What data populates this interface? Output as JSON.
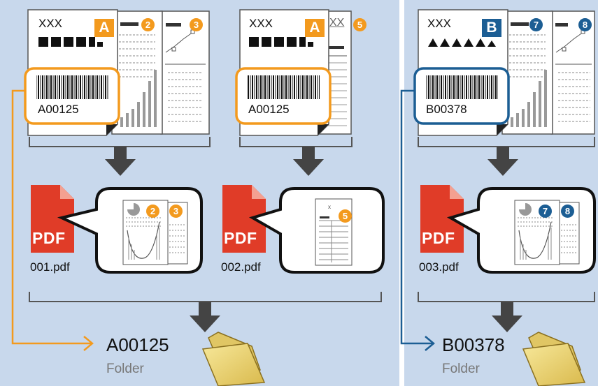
{
  "page": {
    "separator_color": "#ffffff",
    "background": "#c8d8ec",
    "accent_orange": "#f39a1e",
    "accent_blue": "#1c5e94",
    "pdf_red": "#e03c28"
  },
  "groups": [
    {
      "cover_text": "XXX",
      "separator_letter": "A",
      "barcode_value": "A00125",
      "page_badges": [
        "2",
        "3"
      ],
      "pdf_icon_text": "PDF",
      "pdf_filename": "001.pdf",
      "preview_badges": [
        "2",
        "3"
      ]
    },
    {
      "cover_text": "XXX",
      "separator_letter": "A",
      "barcode_value": "A00125",
      "page_badges": [
        "5"
      ],
      "page_header_text": "XX",
      "pdf_icon_text": "PDF",
      "pdf_filename": "002.pdf",
      "preview_badges": [
        "5"
      ]
    },
    {
      "cover_text": "XXX",
      "separator_letter": "B",
      "barcode_value": "B00378",
      "page_badges": [
        "7",
        "8"
      ],
      "pdf_icon_text": "PDF",
      "pdf_filename": "003.pdf",
      "preview_badges": [
        "7",
        "8"
      ]
    }
  ],
  "folders": [
    {
      "name": "A00125",
      "label": "Folder",
      "icon": "folder-icon"
    },
    {
      "name": "B00378",
      "label": "Folder",
      "icon": "folder-icon"
    }
  ],
  "icons": [
    "barcode-icon",
    "pdf-file-icon",
    "speech-bubble",
    "down-arrow-icon",
    "folder-icon",
    "right-arrow-icon"
  ]
}
